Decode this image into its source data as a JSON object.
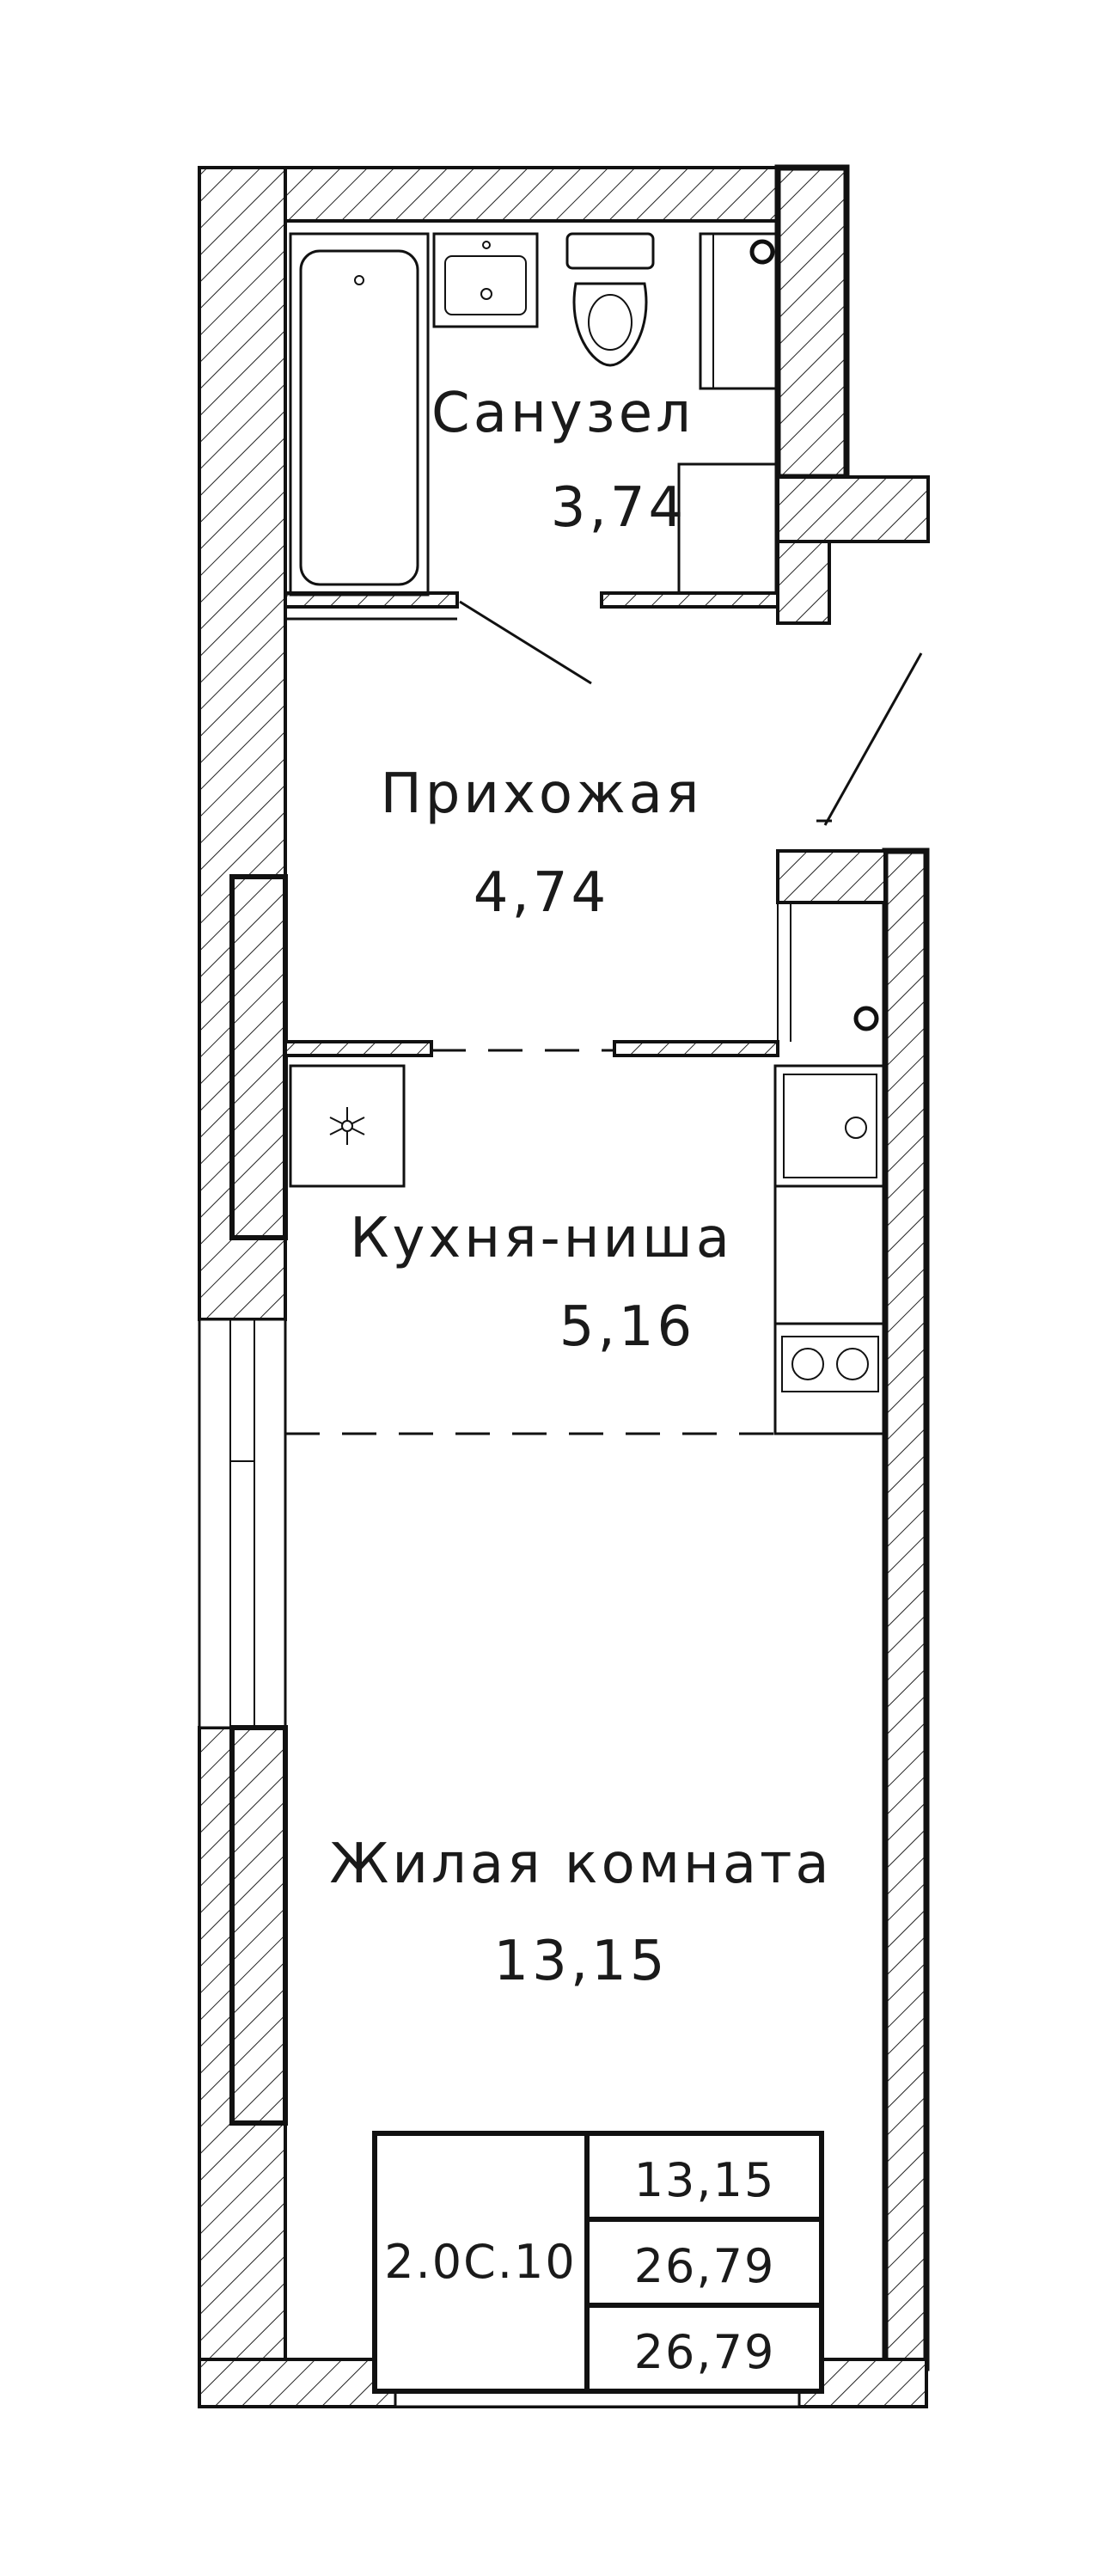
{
  "rooms": {
    "bathroom": {
      "name": "Санузел",
      "area": "3,74"
    },
    "hallway": {
      "name": "Прихожая",
      "area": "4,74"
    },
    "kitchen": {
      "name": "Кухня-ниша",
      "area": "5,16"
    },
    "living": {
      "name": "Жилая комната",
      "area": "13,15"
    }
  },
  "summary": {
    "code": "2.0С.10",
    "living_area": "13,15",
    "total_area": "26,79",
    "total_area_with_balcony": "26,79"
  },
  "icons": [
    "bathtub-icon",
    "sink-icon",
    "toilet-icon",
    "stove-icon",
    "fridge-icon",
    "fan-icon",
    "riser-icon"
  ]
}
